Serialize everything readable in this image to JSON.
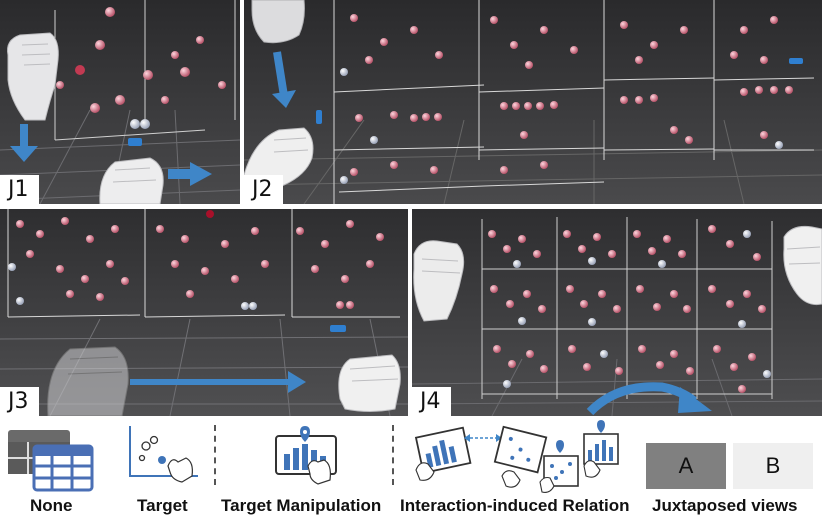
{
  "panels": [
    {
      "label": "J1"
    },
    {
      "label": "J2"
    },
    {
      "label": "J3"
    },
    {
      "label": "J4"
    }
  ],
  "legend": {
    "none": "None",
    "target": "Target",
    "target_manipulation": "Target Manipulation",
    "interaction_relation": "Interaction-induced Relation",
    "juxtaposed_views": "Juxtaposed views",
    "view_a": "A",
    "view_b": "B"
  },
  "colors": {
    "accent": "#3f86c8",
    "sphere": "#e89aa8",
    "panel_bg": "#3a3a3c",
    "view_a": "#808080",
    "view_b": "#efefef"
  }
}
